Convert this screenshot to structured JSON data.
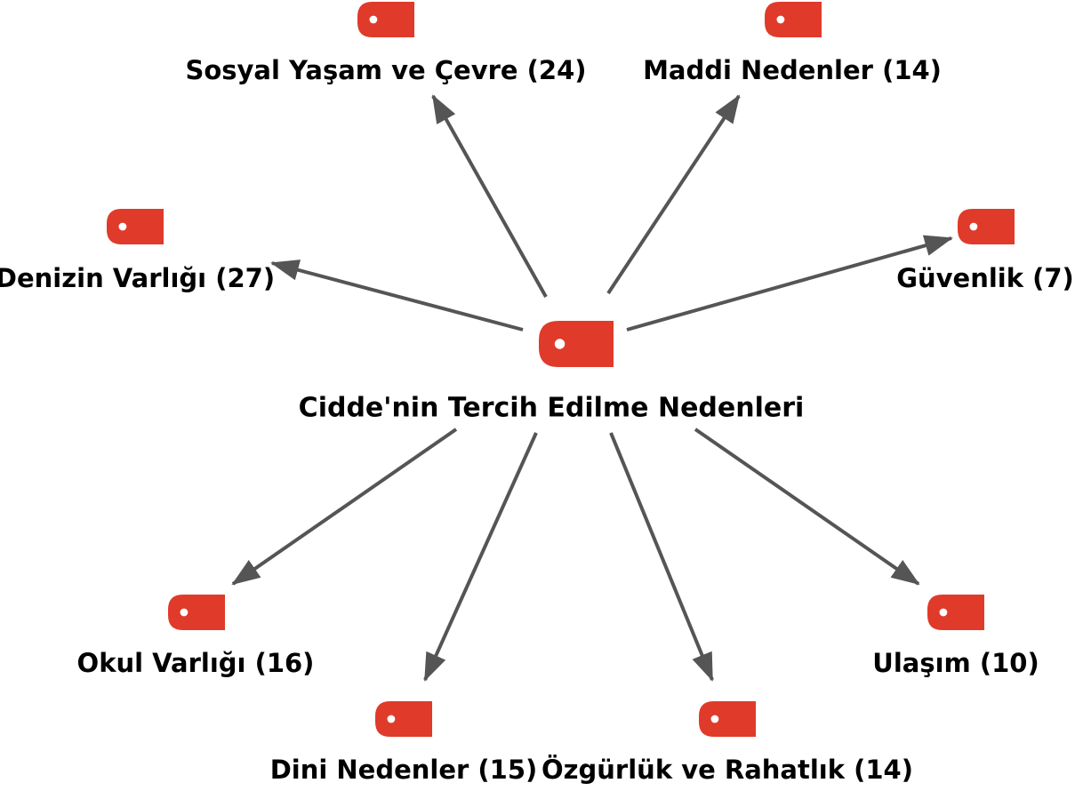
{
  "colors": {
    "node_icon": "#e03a2a",
    "node_icon_dot": "#ffffff",
    "edge": "#555555",
    "text": "#000000",
    "background": "#ffffff"
  },
  "icon": "tag-icon",
  "central": {
    "id": "center",
    "label": "Cidde'nin Tercih Edilme Nedenleri"
  },
  "nodes": [
    {
      "id": "sosyal",
      "label": "Sosyal Yaşam ve Çevre (24)"
    },
    {
      "id": "maddi",
      "label": "Maddi Nedenler (14)"
    },
    {
      "id": "deniz",
      "label": "Denizin Varlığı (27)"
    },
    {
      "id": "guvenlik",
      "label": "Güvenlik (7)"
    },
    {
      "id": "okul",
      "label": "Okul Varlığı (16)"
    },
    {
      "id": "dini",
      "label": "Dini Nedenler (15)"
    },
    {
      "id": "ozgurluk",
      "label": "Özgürlük ve Rahatlık (14)"
    },
    {
      "id": "ulasim",
      "label": "Ulaşım (10)"
    }
  ],
  "edges": [
    {
      "from": "center",
      "to": "sosyal"
    },
    {
      "from": "center",
      "to": "maddi"
    },
    {
      "from": "center",
      "to": "deniz"
    },
    {
      "from": "center",
      "to": "guvenlik"
    },
    {
      "from": "center",
      "to": "okul"
    },
    {
      "from": "center",
      "to": "dini"
    },
    {
      "from": "center",
      "to": "ozgurluk"
    },
    {
      "from": "center",
      "to": "ulasim"
    }
  ]
}
